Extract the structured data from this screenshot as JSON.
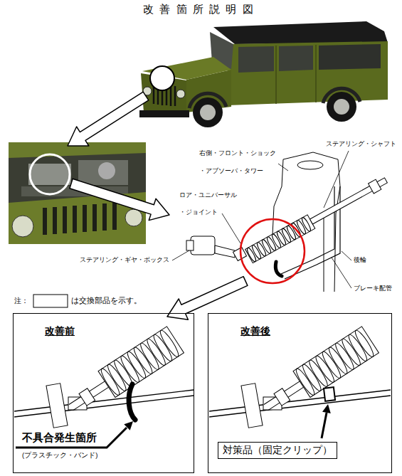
{
  "diagram": {
    "title": "改善箇所説明図",
    "nodes": [
      {
        "text": [
          "改善前",
          "不具合発生箇所",
          "(プラスチック・バンド)"
        ]
      },
      {
        "text": [
          "改善後"
        ]
      },
      {
        "text": [
          "対策品（固定クリップ）"
        ],
        "in": 1
      }
    ],
    "labels": [
      "右側・フロント・ショック ・アブソーバ・タワー",
      "ステアリング・シャフト",
      "ロア・ユニバーサル ・ジョイント",
      "ステアリング・ギヤ・ボックス",
      "後輪 ブレーキ配管",
      "注：",
      "は交換部品を示す。"
    ]
  }
}
